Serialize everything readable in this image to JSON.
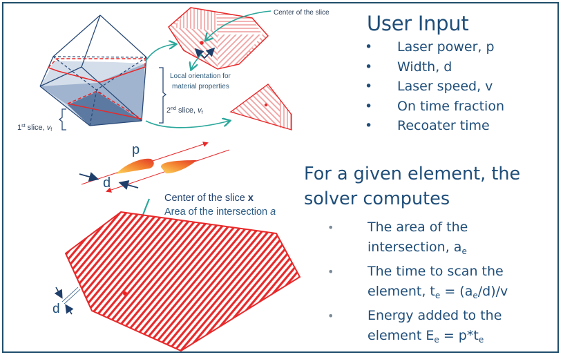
{
  "colors": {
    "frame": "#1f4e6b",
    "text_primary": "#1f4e79",
    "slice_red": "#e8292a",
    "arrow_teal": "#2aa79b",
    "solid_blue": "#3d5f8a"
  },
  "diagram": {
    "labels": {
      "center_of_slice": "Center of the slice",
      "local_orientation_line1": "Local orientation for",
      "local_orientation_line2": "material properties",
      "first_slice": "1",
      "first_slice_sup": "st",
      "first_slice_rest": " slice, ",
      "first_slice_var": "v",
      "first_slice_sub": "f",
      "second_slice": "2",
      "second_slice_sup": "nd",
      "second_slice_rest": " slice, ",
      "second_slice_var": "v",
      "second_slice_sub": "f",
      "laser_power_symbol": "p",
      "width_symbol": "d",
      "center_of_slice_x": "Center of the slice ",
      "center_of_slice_x_var": "x",
      "area_of_intersection": "Area of the intersection ",
      "area_of_intersection_var": "a",
      "width_symbol_bottom": "d"
    }
  },
  "user_input": {
    "title": "User Input",
    "bullet": "•",
    "items": [
      {
        "label": "Laser power, p"
      },
      {
        "label": "Width, d"
      },
      {
        "label": "Laser speed, v"
      },
      {
        "label": "On time fraction"
      },
      {
        "label": "Recoater time"
      }
    ]
  },
  "solver": {
    "title": "For a given element, the solver computes",
    "bullet": "•",
    "items": [
      {
        "text": "The area of the intersection, a",
        "sub": "e",
        "tail": ""
      },
      {
        "text": "The time to scan the element, t",
        "sub": "e",
        "mid": " = (a",
        "sub2": "e",
        "tail": "/d)/v"
      },
      {
        "text": "Energy added to the element E",
        "sub": "e",
        "mid": " = p*t",
        "sub2": "e",
        "tail": ""
      }
    ]
  }
}
